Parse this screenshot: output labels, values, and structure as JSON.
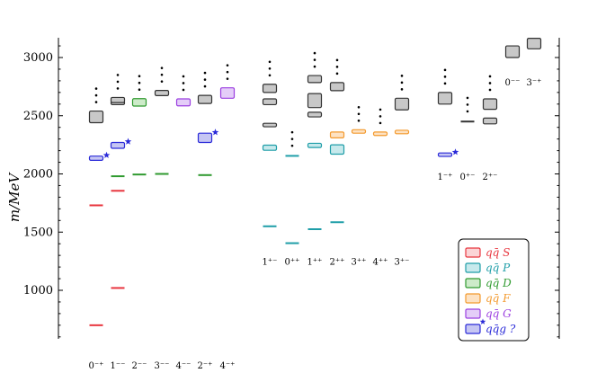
{
  "chart_data": {
    "type": "scatter",
    "title": "",
    "ylabel": "m/MeV",
    "ylim": [
      580,
      3200
    ],
    "yticks": [
      1000,
      1500,
      2000,
      2500,
      3000
    ],
    "groups": [
      {
        "labels": [
          "0⁻⁺",
          "1⁻⁻",
          "2⁻⁻",
          "3⁻⁻",
          "4⁻⁻",
          "2⁻⁺",
          "4⁻⁺"
        ],
        "labels_y": 360.0
      },
      {
        "labels": [
          "1⁺⁻",
          "0⁺⁺",
          "1⁺⁺",
          "2⁺⁺",
          "3⁺⁺",
          "4⁺⁺",
          "3⁺⁻"
        ],
        "labels_y": 1250
      },
      {
        "labels": [
          "1⁻⁺",
          "0⁺⁻",
          "2⁺⁻"
        ],
        "labels_y": 1980
      },
      {
        "labels": [
          "0⁻⁻",
          "3⁻⁺"
        ],
        "labels_y": 2790
      }
    ],
    "legend": {
      "placement": "bottom-right",
      "entries": [
        {
          "key": "S",
          "label": "qq̄ S",
          "color": "#e8363f",
          "fill": "#fbd4d6"
        },
        {
          "key": "P",
          "label": "qq̄ P",
          "color": "#1f9ea8",
          "fill": "#c7e9ec"
        },
        {
          "key": "D",
          "label": "qq̄ D",
          "color": "#2f9a2f",
          "fill": "#cdebc9"
        },
        {
          "key": "F",
          "label": "qq̄ F",
          "color": "#f39a2e",
          "fill": "#fde2c3"
        },
        {
          "key": "G",
          "label": "qq̄ G",
          "color": "#9b3fe0",
          "fill": "#e4cdf8"
        },
        {
          "key": "H",
          "label": "qq̄g ?",
          "color": "#2a2ad8",
          "fill": "#c6c6f3",
          "star": true
        }
      ]
    },
    "unassigned_color": "#333333",
    "unassigned_fill": "#c8c8c8",
    "points": [
      {
        "col": 0,
        "m": 700,
        "err": 5,
        "cat": "S"
      },
      {
        "col": 0,
        "m": 1730,
        "err": 10,
        "cat": "S"
      },
      {
        "col": 0,
        "m": 2135,
        "err": 18,
        "cat": "H",
        "star": true
      },
      {
        "col": 0,
        "m": 2490,
        "err": 50,
        "cat": "X"
      },
      {
        "col": 1,
        "m": 1020,
        "err": 5,
        "cat": "S"
      },
      {
        "col": 1,
        "m": 1855,
        "err": 10,
        "cat": "S"
      },
      {
        "col": 1,
        "m": 1980,
        "err": 10,
        "cat": "D"
      },
      {
        "col": 1,
        "m": 2245,
        "err": 25,
        "cat": "H",
        "star": true
      },
      {
        "col": 1,
        "m": 2610,
        "err": 15,
        "cat": "X"
      },
      {
        "col": 1,
        "m": 2635,
        "err": 22,
        "cat": "X"
      },
      {
        "col": 2,
        "m": 1995,
        "err": 10,
        "cat": "D"
      },
      {
        "col": 2,
        "m": 2615,
        "err": 32,
        "cat": "D"
      },
      {
        "col": 3,
        "m": 2000,
        "err": 10,
        "cat": "D"
      },
      {
        "col": 3,
        "m": 2695,
        "err": 22,
        "cat": "X"
      },
      {
        "col": 4,
        "m": 2615,
        "err": 30,
        "cat": "G"
      },
      {
        "col": 5,
        "m": 1990,
        "err": 10,
        "cat": "D"
      },
      {
        "col": 5,
        "m": 2310,
        "err": 40,
        "cat": "H",
        "star": true
      },
      {
        "col": 5,
        "m": 2640,
        "err": 35,
        "cat": "X"
      },
      {
        "col": 6,
        "m": 2695,
        "err": 45,
        "cat": "G"
      },
      {
        "col": 7,
        "m": 1550,
        "err": 8,
        "cat": "P"
      },
      {
        "col": 7,
        "m": 2225,
        "err": 22,
        "cat": "P"
      },
      {
        "col": 7,
        "m": 2420,
        "err": 15,
        "cat": "X"
      },
      {
        "col": 7,
        "m": 2620,
        "err": 25,
        "cat": "X"
      },
      {
        "col": 7,
        "m": 2735,
        "err": 35,
        "cat": "X"
      },
      {
        "col": 8,
        "m": 1405,
        "err": 10,
        "cat": "P"
      },
      {
        "col": 8,
        "m": 2155,
        "err": 10,
        "cat": "P"
      },
      {
        "col": 9,
        "m": 1525,
        "err": 8,
        "cat": "P"
      },
      {
        "col": 9,
        "m": 2245,
        "err": 18,
        "cat": "P"
      },
      {
        "col": 9,
        "m": 2510,
        "err": 20,
        "cat": "X"
      },
      {
        "col": 9,
        "m": 2630,
        "err": 60,
        "cat": "X"
      },
      {
        "col": 9,
        "m": 2815,
        "err": 30,
        "cat": "X"
      },
      {
        "col": 10,
        "m": 1585,
        "err": 6,
        "cat": "P"
      },
      {
        "col": 10,
        "m": 2210,
        "err": 40,
        "cat": "P"
      },
      {
        "col": 10,
        "m": 2335,
        "err": 25,
        "cat": "F"
      },
      {
        "col": 10,
        "m": 2750,
        "err": 35,
        "cat": "X"
      },
      {
        "col": 11,
        "m": 2365,
        "err": 15,
        "cat": "F"
      },
      {
        "col": 12,
        "m": 2345,
        "err": 15,
        "cat": "F"
      },
      {
        "col": 13,
        "m": 2360,
        "err": 15,
        "cat": "F"
      },
      {
        "col": 13,
        "m": 2600,
        "err": 50,
        "cat": "X"
      },
      {
        "col": 14,
        "m": 2165,
        "err": 15,
        "cat": "H",
        "star": true
      },
      {
        "col": 14,
        "m": 2650,
        "err": 50,
        "cat": "X"
      },
      {
        "col": 15,
        "m": 2450,
        "err": 10,
        "cat": "X"
      },
      {
        "col": 16,
        "m": 2455,
        "err": 25,
        "cat": "X"
      },
      {
        "col": 16,
        "m": 2600,
        "err": 45,
        "cat": "X"
      },
      {
        "col": 17,
        "m": 3050,
        "err": 50,
        "cat": "X"
      },
      {
        "col": 18,
        "m": 3120,
        "err": 45,
        "cat": "X"
      }
    ],
    "dot_columns": [
      0,
      1,
      2,
      3,
      4,
      5,
      6,
      7,
      8,
      9,
      10,
      11,
      12,
      13,
      14,
      15,
      16
    ]
  }
}
